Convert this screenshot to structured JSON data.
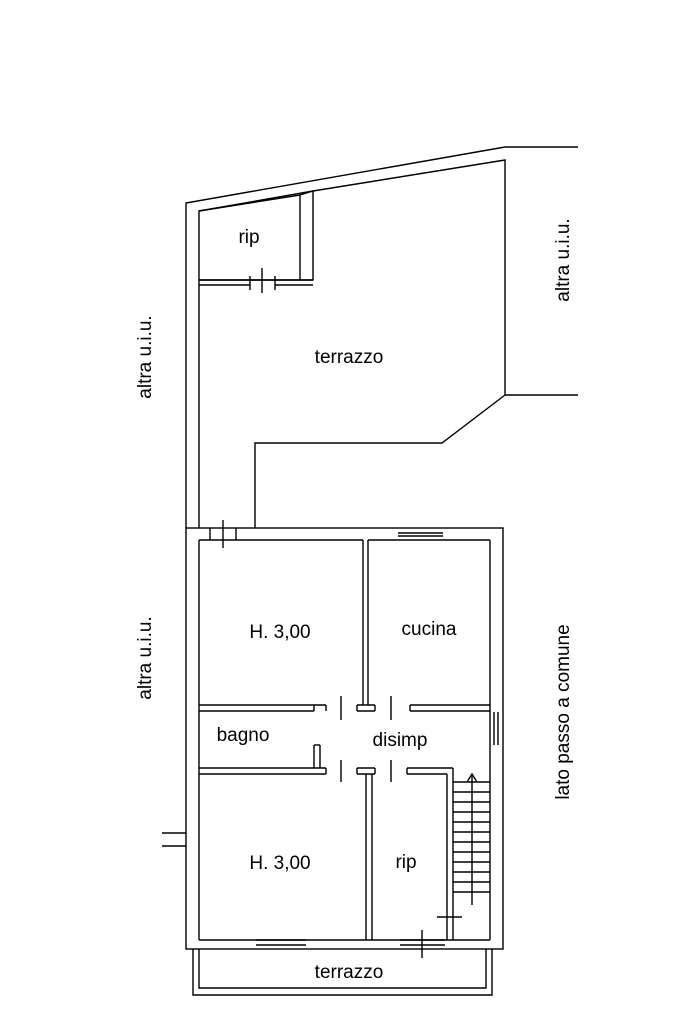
{
  "plan": {
    "labels": {
      "rip_top": "rip",
      "terrazzo_top": "terrazzo",
      "altra_right_top": "altra u.i.u.",
      "altra_left_top": "altra u.i.u.",
      "altra_left_bottom": "altra u.i.u.",
      "room_h1": "H. 3,00",
      "cucina": "cucina",
      "bagno": "bagno",
      "disimp": "disimp",
      "room_h2": "H. 3,00",
      "rip_bottom": "rip",
      "terrazzo_bottom": "terrazzo",
      "lato_passo": "lato passo a comune"
    }
  }
}
